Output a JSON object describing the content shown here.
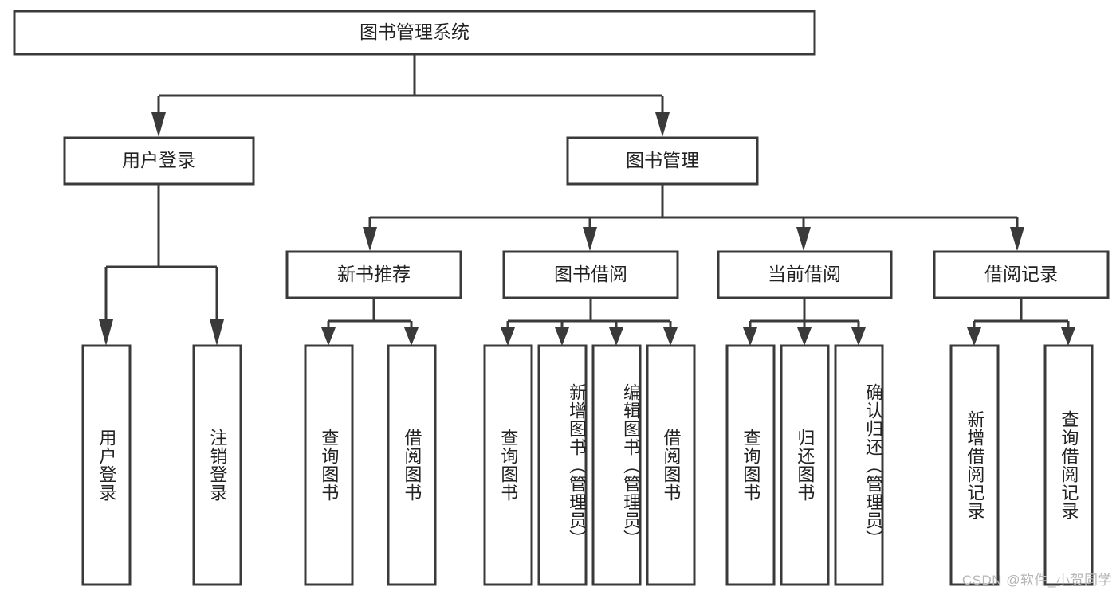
{
  "diagram": {
    "type": "tree-hierarchy",
    "title": "图书管理系统",
    "watermark": "CSDN @软件_小贺同学",
    "colors": {
      "box_stroke": "#3a3a3a",
      "box_fill": "#ffffff",
      "text": "#222222",
      "background": "#ffffff",
      "watermark": "#b5b5b5"
    },
    "root": {
      "id": "root",
      "label": "图书管理系统",
      "orientation": "horizontal"
    },
    "level2": [
      {
        "id": "user-login",
        "label": "用户登录",
        "orientation": "horizontal"
      },
      {
        "id": "book-manage",
        "label": "图书管理",
        "orientation": "horizontal"
      }
    ],
    "level3": [
      {
        "id": "new-book-recommend",
        "label": "新书推荐",
        "orientation": "horizontal",
        "parent": "book-manage"
      },
      {
        "id": "book-borrow",
        "label": "图书借阅",
        "orientation": "horizontal",
        "parent": "book-manage"
      },
      {
        "id": "current-borrow",
        "label": "当前借阅",
        "orientation": "horizontal",
        "parent": "book-manage"
      },
      {
        "id": "borrow-record",
        "label": "借阅记录",
        "orientation": "horizontal",
        "parent": "book-manage"
      }
    ],
    "leaves": [
      {
        "id": "leaf-user-login",
        "label": "用户登录",
        "parent": "user-login",
        "orientation": "vertical"
      },
      {
        "id": "leaf-logout-login",
        "label": "注销登录",
        "parent": "user-login",
        "orientation": "vertical"
      },
      {
        "id": "leaf-query-book-1",
        "label": "查询图书",
        "parent": "new-book-recommend",
        "orientation": "vertical"
      },
      {
        "id": "leaf-borrow-book-1",
        "label": "借阅图书",
        "parent": "new-book-recommend",
        "orientation": "vertical"
      },
      {
        "id": "leaf-query-book-2",
        "label": "查询图书",
        "parent": "book-borrow",
        "orientation": "vertical"
      },
      {
        "id": "leaf-add-book",
        "label": "新增图书（管理员）",
        "parent": "book-borrow",
        "orientation": "vertical"
      },
      {
        "id": "leaf-edit-book",
        "label": "编辑图书（管理员）",
        "parent": "book-borrow",
        "orientation": "vertical"
      },
      {
        "id": "leaf-borrow-book-2",
        "label": "借阅图书",
        "parent": "book-borrow",
        "orientation": "vertical"
      },
      {
        "id": "leaf-query-book-3",
        "label": "查询图书",
        "parent": "current-borrow",
        "orientation": "vertical"
      },
      {
        "id": "leaf-return-book",
        "label": "归还图书",
        "parent": "current-borrow",
        "orientation": "vertical"
      },
      {
        "id": "leaf-confirm-return",
        "label": "确认归还（管理员）",
        "parent": "current-borrow",
        "orientation": "vertical"
      },
      {
        "id": "leaf-add-record",
        "label": "新增借阅记录",
        "parent": "borrow-record",
        "orientation": "vertical"
      },
      {
        "id": "leaf-query-record",
        "label": "查询借阅记录",
        "parent": "borrow-record",
        "orientation": "vertical"
      }
    ]
  }
}
